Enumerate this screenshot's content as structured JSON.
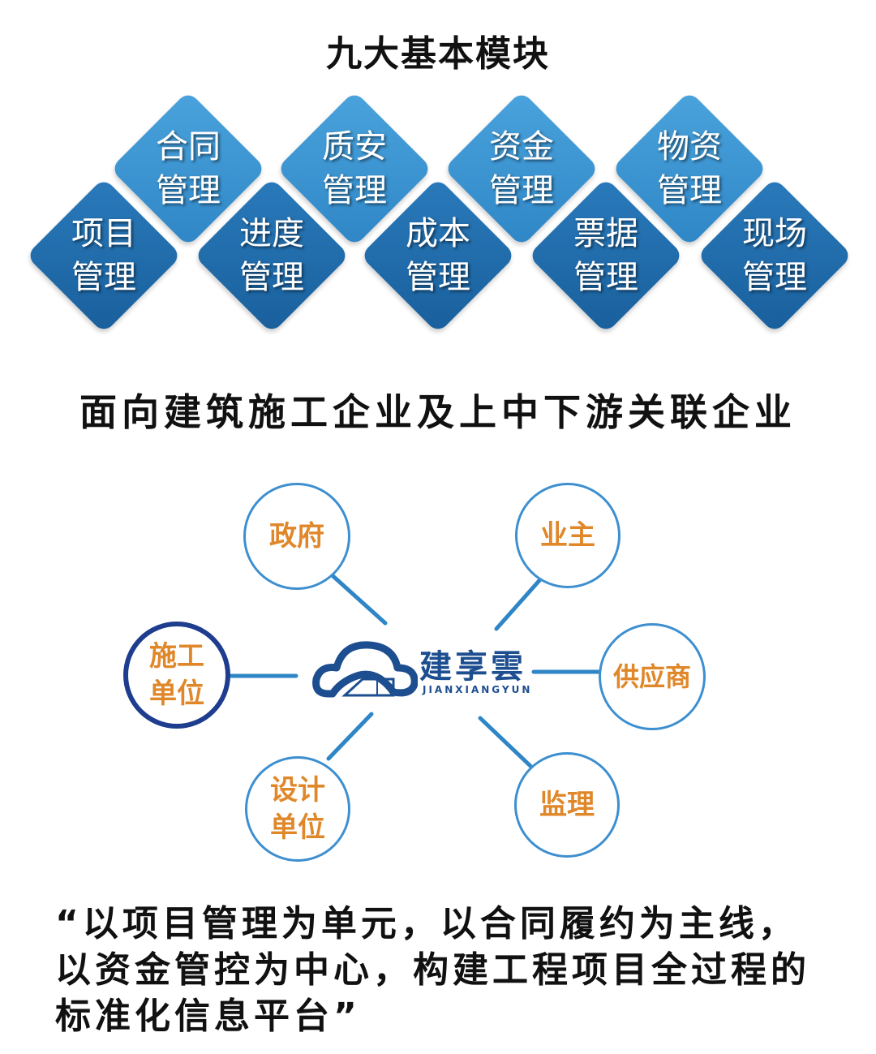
{
  "modules_title": "九大基本模块",
  "modules": [
    {
      "line1": "项目",
      "line2": "管理",
      "tone": "dark"
    },
    {
      "line1": "合同",
      "line2": "管理",
      "tone": "light"
    },
    {
      "line1": "进度",
      "line2": "管理",
      "tone": "dark"
    },
    {
      "line1": "质安",
      "line2": "管理",
      "tone": "light"
    },
    {
      "line1": "成本",
      "line2": "管理",
      "tone": "dark"
    },
    {
      "line1": "资金",
      "line2": "管理",
      "tone": "light"
    },
    {
      "line1": "票据",
      "line2": "管理",
      "tone": "dark"
    },
    {
      "line1": "物资",
      "line2": "管理",
      "tone": "light"
    },
    {
      "line1": "现场",
      "line2": "管理",
      "tone": "dark"
    }
  ],
  "audience_title": "面向建筑施工企业及上中下游关联企业",
  "hub": {
    "name_cn": "建享雲",
    "name_en": "JIANXIANGYUN"
  },
  "nodes": [
    {
      "label": "政府"
    },
    {
      "label": "业主"
    },
    {
      "label": "施工单位"
    },
    {
      "label": "供应商"
    },
    {
      "label": "设计单位"
    },
    {
      "label": "监理"
    }
  ],
  "quote": "“以项目管理为单元，以合同履约为主线，以资金管控为中心，构建工程项目全过程的标准化信息平台”",
  "colors": {
    "dark": "#1f6aa8",
    "light": "#3b94d0",
    "node_text": "#e0872a",
    "node_border": "#3d8fd0",
    "main_border": "#1f3d8f"
  }
}
